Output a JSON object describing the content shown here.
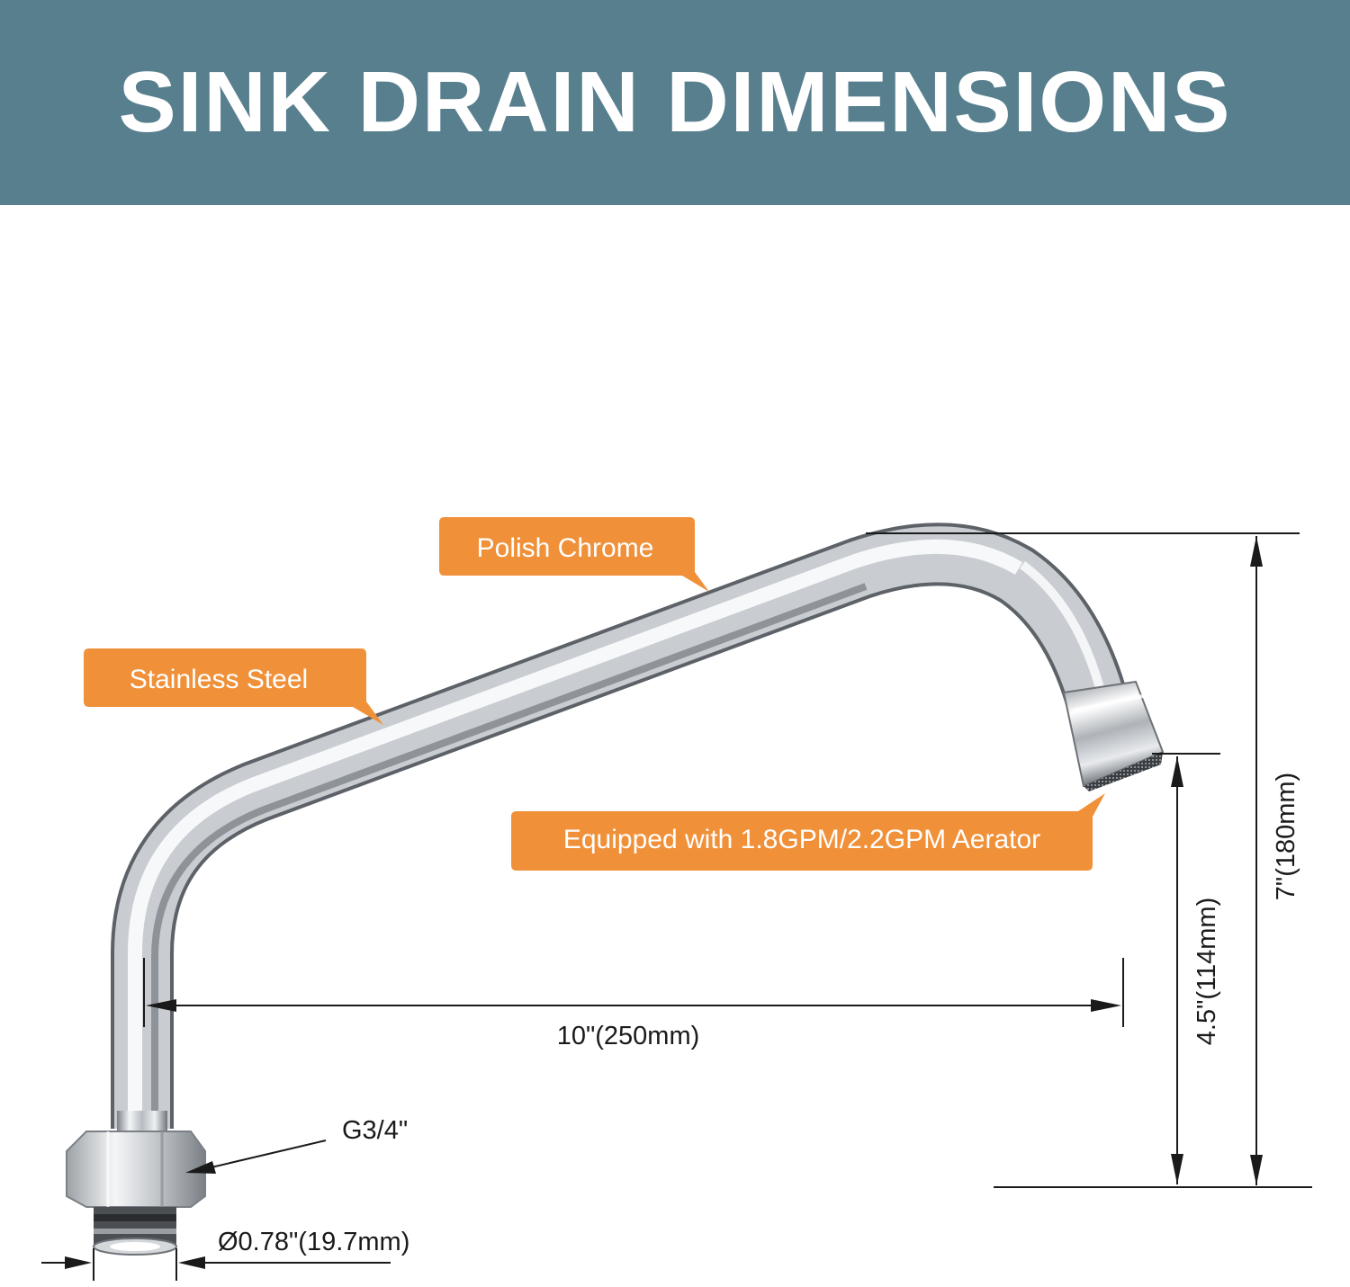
{
  "header": {
    "title": "SINK DRAIN DIMENSIONS"
  },
  "colors": {
    "banner": "#577f8e",
    "callout": "#f0913a",
    "dimension_line": "#1a1a1a"
  },
  "callouts": {
    "polish_chrome": "Polish Chrome",
    "stainless_steel": "Stainless Steel",
    "aerator": "Equipped with 1.8GPM/2.2GPM Aerator"
  },
  "dimensions": {
    "length": "10\"(250mm)",
    "total_height": "7\"(180mm)",
    "outlet_height": "4.5\"(114mm)",
    "thread": "G3/4\"",
    "diameter": "Ø0.78\"(19.7mm)"
  }
}
